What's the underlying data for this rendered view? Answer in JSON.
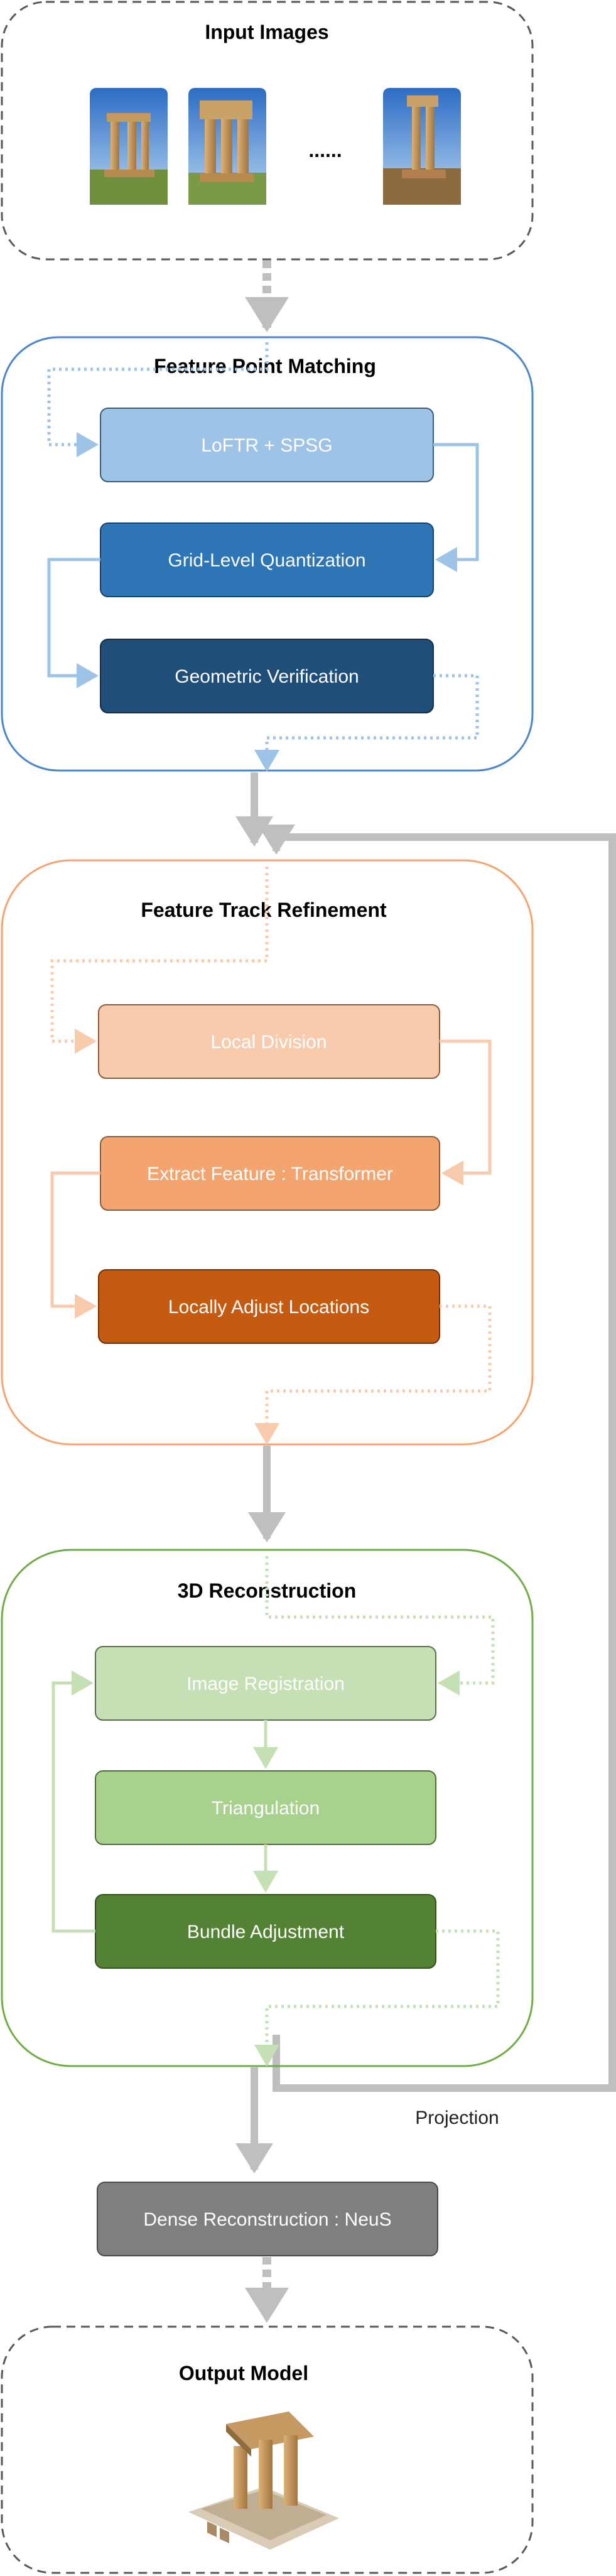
{
  "input": {
    "title": "Input Images",
    "ellipsis": "......"
  },
  "matching": {
    "title": "Feature Point Matching",
    "steps": [
      "LoFTR + SPSG",
      "Grid-Level Quantization",
      "Geometric Verification"
    ],
    "colors": [
      "#9dc3e6",
      "#2e75b6",
      "#1f4e79"
    ],
    "line_color": "#9dc3e6",
    "border_color": "#4a86c8"
  },
  "refinement": {
    "title": "Feature Track Refinement",
    "steps": [
      "Local Division",
      "Extract Feature : Transformer",
      "Locally Adjust Locations"
    ],
    "colors": [
      "#f8cbad",
      "#f4a46e",
      "#c55a11"
    ],
    "line_color": "#f8cbad",
    "border_color": "#f4a46e"
  },
  "reconstruction": {
    "title": "3D Reconstruction",
    "steps": [
      "Image Registration",
      "Triangulation",
      "Bundle Adjustment"
    ],
    "colors": [
      "#c5e0b4",
      "#a9d18e",
      "#548235"
    ],
    "line_color": "#c5e0b4",
    "border_color": "#70ad47"
  },
  "projection_label": "Projection",
  "dense": {
    "label": "Dense Reconstruction : NeuS",
    "color": "#7f7f7f"
  },
  "output": {
    "title": "Output Model"
  },
  "arrow_color": "#bfbfbf"
}
